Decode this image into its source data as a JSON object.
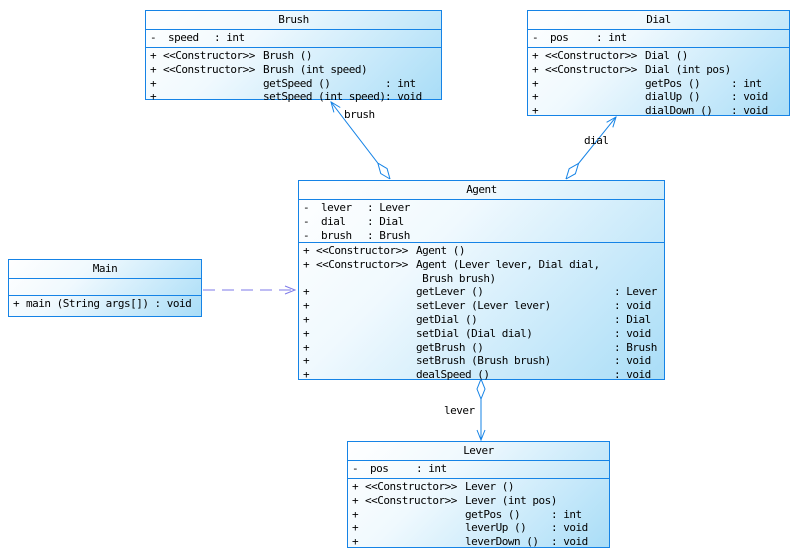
{
  "diagram": {
    "colors": {
      "box_border": "#1583e6",
      "box_fill_start": "#ffffff",
      "box_fill_end": "#a9ddf7",
      "dependency_line": "#7d7ae8",
      "text": "#000000"
    },
    "classes": [
      {
        "title": "Brush",
        "attributes": [
          {
            "vis": "-",
            "name": "speed",
            "type": ": int"
          }
        ],
        "methods": [
          {
            "vis": "+",
            "stereotype": "<<Constructor>>",
            "name": "Brush ()",
            "ret": ""
          },
          {
            "vis": "+",
            "stereotype": "<<Constructor>>",
            "name": "Brush (int speed)",
            "ret": ""
          },
          {
            "vis": "+",
            "stereotype": "",
            "name": "getSpeed ()",
            "ret": ": int"
          },
          {
            "vis": "+",
            "stereotype": "",
            "name": "setSpeed (int speed)",
            "ret": ": void"
          }
        ]
      },
      {
        "title": "Dial",
        "attributes": [
          {
            "vis": "-",
            "name": "pos",
            "type": ": int"
          }
        ],
        "methods": [
          {
            "vis": "+",
            "stereotype": "<<Constructor>>",
            "name": "Dial ()",
            "ret": ""
          },
          {
            "vis": "+",
            "stereotype": "<<Constructor>>",
            "name": "Dial (int pos)",
            "ret": ""
          },
          {
            "vis": "+",
            "stereotype": "",
            "name": "getPos ()",
            "ret": ": int"
          },
          {
            "vis": "+",
            "stereotype": "",
            "name": "dialUp ()",
            "ret": ": void"
          },
          {
            "vis": "+",
            "stereotype": "",
            "name": "dialDown ()",
            "ret": ": void"
          }
        ]
      },
      {
        "title": "Agent",
        "attributes": [
          {
            "vis": "-",
            "name": "lever",
            "type": ": Lever"
          },
          {
            "vis": "-",
            "name": "dial",
            "type": ": Dial"
          },
          {
            "vis": "-",
            "name": "brush",
            "type": ": Brush"
          }
        ],
        "methods": [
          {
            "vis": "+",
            "stereotype": "<<Constructor>>",
            "name": "Agent ()",
            "ret": ""
          },
          {
            "vis": "+",
            "stereotype": "<<Constructor>>",
            "name": "Agent (Lever lever, Dial dial,\n Brush brush)",
            "ret": ""
          },
          {
            "vis": "+",
            "stereotype": "",
            "name": "getLever ()",
            "ret": ": Lever"
          },
          {
            "vis": "+",
            "stereotype": "",
            "name": "setLever (Lever lever)",
            "ret": ": void"
          },
          {
            "vis": "+",
            "stereotype": "",
            "name": "getDial ()",
            "ret": ": Dial"
          },
          {
            "vis": "+",
            "stereotype": "",
            "name": "setDial (Dial dial)",
            "ret": ": void"
          },
          {
            "vis": "+",
            "stereotype": "",
            "name": "getBrush ()",
            "ret": ": Brush"
          },
          {
            "vis": "+",
            "stereotype": "",
            "name": "setBrush (Brush brush)",
            "ret": ": void"
          },
          {
            "vis": "+",
            "stereotype": "",
            "name": "dealSpeed ()",
            "ret": ": void"
          }
        ]
      },
      {
        "title": "Main",
        "attributes": [],
        "methods": [
          {
            "vis": "+",
            "stereotype": "",
            "name": "main (String args[])",
            "ret": ": void"
          }
        ]
      },
      {
        "title": "Lever",
        "attributes": [
          {
            "vis": "-",
            "name": "pos",
            "type": ": int"
          }
        ],
        "methods": [
          {
            "vis": "+",
            "stereotype": "<<Constructor>>",
            "name": "Lever ()",
            "ret": ""
          },
          {
            "vis": "+",
            "stereotype": "<<Constructor>>",
            "name": "Lever (int pos)",
            "ret": ""
          },
          {
            "vis": "+",
            "stereotype": "",
            "name": "getPos ()",
            "ret": ": int"
          },
          {
            "vis": "+",
            "stereotype": "",
            "name": "leverUp ()",
            "ret": ": void"
          },
          {
            "vis": "+",
            "stereotype": "",
            "name": "leverDown ()",
            "ret": ": void"
          }
        ]
      }
    ],
    "relations": [
      {
        "type": "aggregation",
        "from": "Agent",
        "to": "Brush",
        "label": "brush"
      },
      {
        "type": "aggregation",
        "from": "Agent",
        "to": "Dial",
        "label": "dial"
      },
      {
        "type": "aggregation",
        "from": "Agent",
        "to": "Lever",
        "label": "lever"
      },
      {
        "type": "dependency",
        "from": "Main",
        "to": "Agent",
        "label": ""
      }
    ]
  }
}
